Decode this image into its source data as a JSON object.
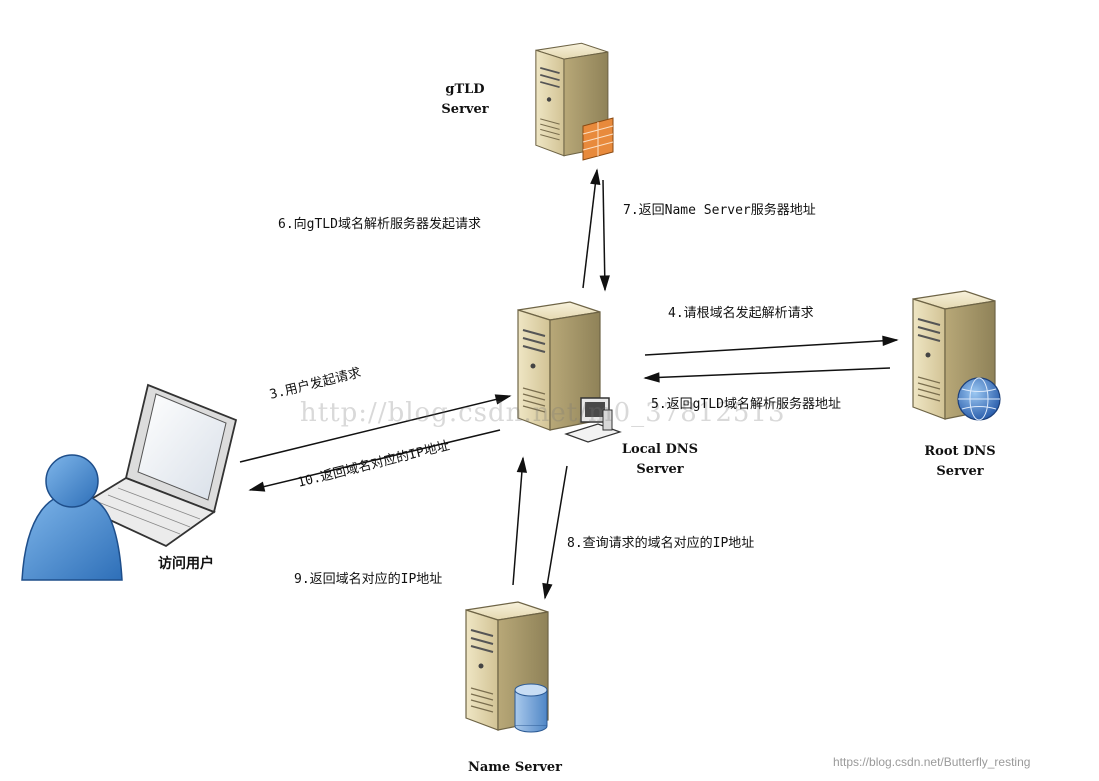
{
  "nodes": {
    "gtld": {
      "line1": "gTLD",
      "line2": "Server"
    },
    "local_dns": {
      "line1": "Local DNS",
      "line2": "Server"
    },
    "root_dns": {
      "line1": "Root DNS",
      "line2": "Server"
    },
    "name_server": {
      "line1": "Name Server"
    },
    "user": {
      "label": "访问用户"
    }
  },
  "steps": {
    "s3": "3.用户发起请求",
    "s4": "4.请根域名发起解析请求",
    "s5": "5.返回gTLD域名解析服务器地址",
    "s6": "6.向gTLD域名解析服务器发起请求",
    "s7": "7.返回Name Server服务器地址",
    "s8": "8.查询请求的域名对应的IP地址",
    "s9": "9.返回域名对应的IP地址",
    "s10": "10.返回域名对应的IP地址"
  },
  "watermark": "http://blog.csdn.net/m0_37812513",
  "credit": "https://blog.csdn.net/Butterfly_resting"
}
